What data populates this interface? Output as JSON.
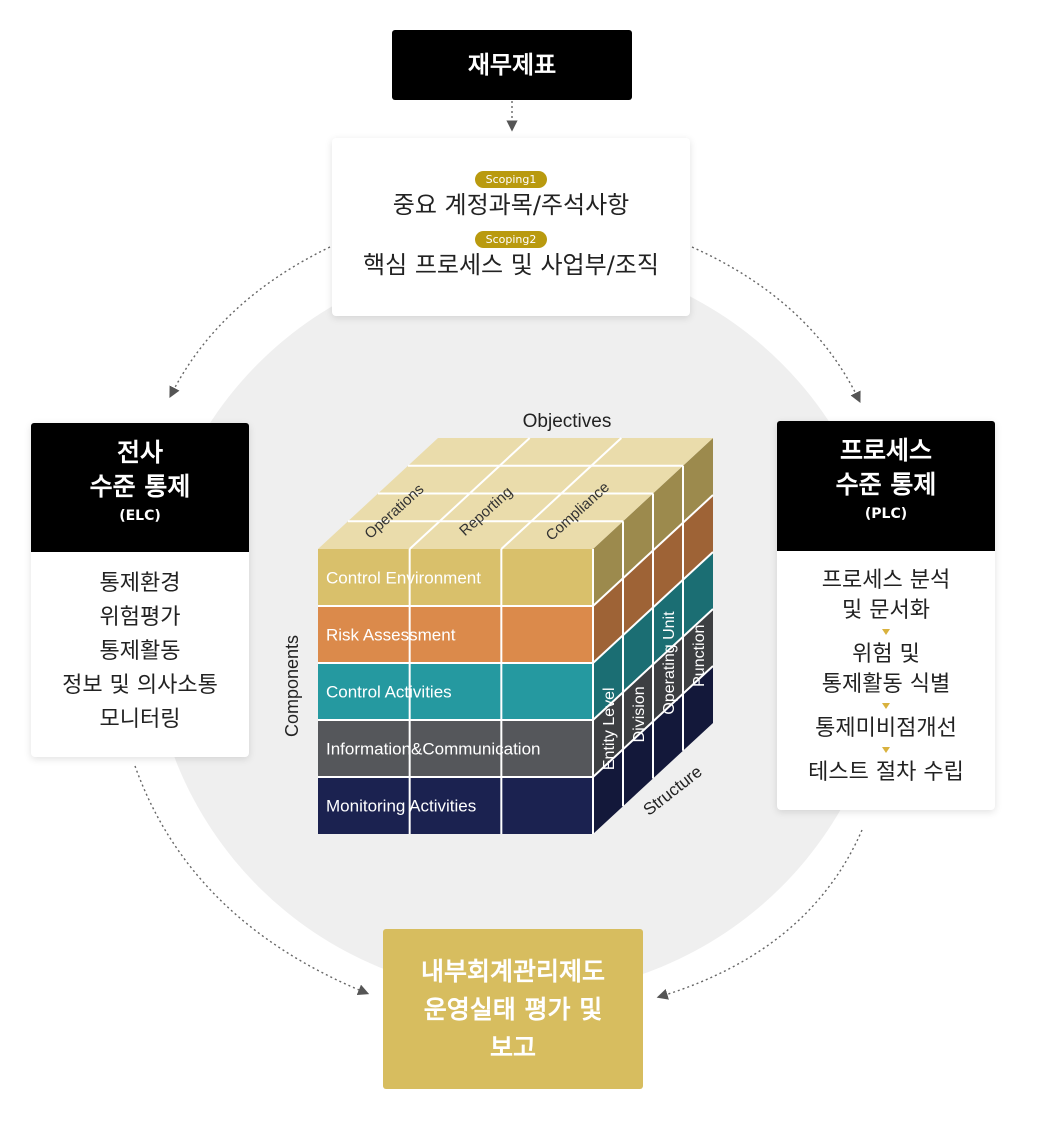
{
  "top_title": "재무제표",
  "scoping": [
    {
      "badge": "Scoping1",
      "text": "중요 계정과목/주석사항"
    },
    {
      "badge": "Scoping2",
      "text": "핵심 프로세스 및 사업부/조직"
    }
  ],
  "elc": {
    "title_line1": "전사",
    "title_line2": "수준 통제",
    "abbr": "(ELC)",
    "items": [
      "통제환경",
      "위험평가",
      "통제활동",
      "정보 및 의사소통",
      "모니터링"
    ]
  },
  "plc": {
    "title_line1": "프로세스",
    "title_line2": "수준 통제",
    "abbr": "(PLC)",
    "steps": [
      {
        "l1": "프로세스 분석",
        "l2": "및 문서화"
      },
      {
        "l1": "위험 및",
        "l2": "통제활동 식별"
      },
      {
        "l1": "통제미비점개선"
      },
      {
        "l1": "테스트 절차 수립"
      }
    ],
    "arrow_color": "#d9b23e"
  },
  "bottom": {
    "line1": "내부회계관리제도",
    "line2": "운영실태 평가 및",
    "line3": "보고"
  },
  "cube": {
    "objectives_label": "Objectives",
    "components_label": "Components",
    "structure_label": "Structure",
    "objectives": [
      "Operations",
      "Reporting",
      "Compliance"
    ],
    "components": [
      {
        "label": "Control Environment",
        "color": "#d9c06b"
      },
      {
        "label": "Risk Assessment",
        "color": "#db8a4b"
      },
      {
        "label": "Control Activities",
        "color": "#2599a0"
      },
      {
        "label": "Information&Communication",
        "color": "#55575b"
      },
      {
        "label": "Monitoring Activities",
        "color": "#1b2250"
      }
    ],
    "structure": [
      "Entity Level",
      "Division",
      "Operating Unit",
      "Punction"
    ]
  },
  "colors": {
    "badge": "#b99a0f",
    "bottom_box": "#d7bd5f",
    "background_circle": "#efefef"
  }
}
